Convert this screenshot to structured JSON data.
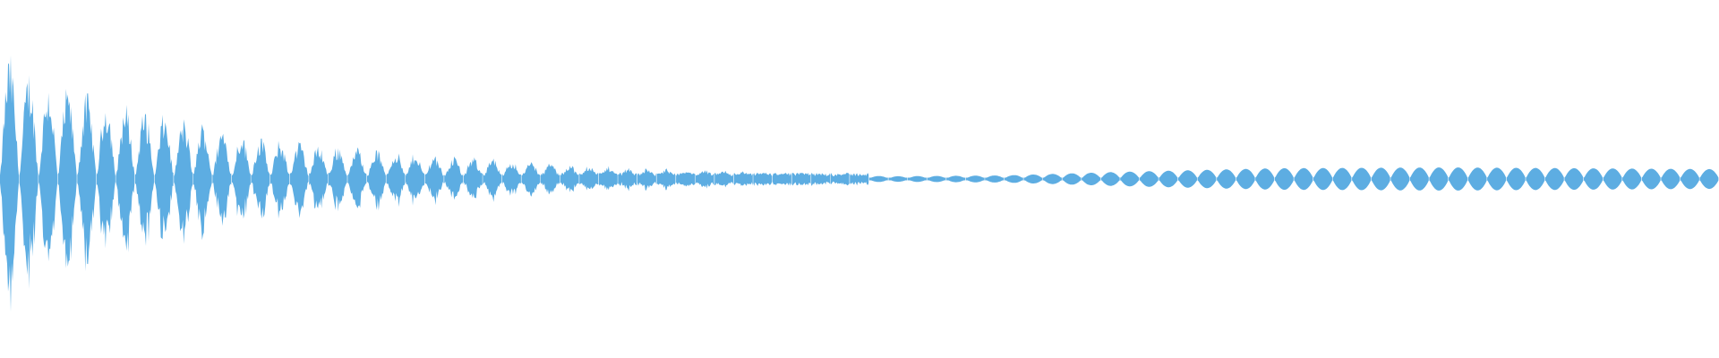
{
  "chart_data": {
    "type": "area",
    "kind": "audio-waveform",
    "title": "",
    "xlabel": "",
    "ylabel": "",
    "axes_visible": false,
    "grid": false,
    "ylim": [
      -1,
      1
    ],
    "color": "#5dade2",
    "background": "#ffffff",
    "pulse_count": 89,
    "envelope": [
      {
        "pulse": 0,
        "amplitude": 0.66
      },
      {
        "pulse": 2,
        "amplitude": 0.5
      },
      {
        "pulse": 7,
        "amplitude": 0.36
      },
      {
        "pulse": 14,
        "amplitude": 0.2
      },
      {
        "pulse": 23,
        "amplitude": 0.12
      },
      {
        "pulse": 32,
        "amplitude": 0.06
      },
      {
        "pulse": 40,
        "amplitude": 0.035
      },
      {
        "pulse": 46,
        "amplitude": 0.015
      },
      {
        "pulse": 52,
        "amplitude": 0.02
      },
      {
        "pulse": 58,
        "amplitude": 0.04
      },
      {
        "pulse": 66,
        "amplitude": 0.06
      },
      {
        "pulse": 75,
        "amplitude": 0.065
      },
      {
        "pulse": 89,
        "amplitude": 0.055
      }
    ]
  }
}
